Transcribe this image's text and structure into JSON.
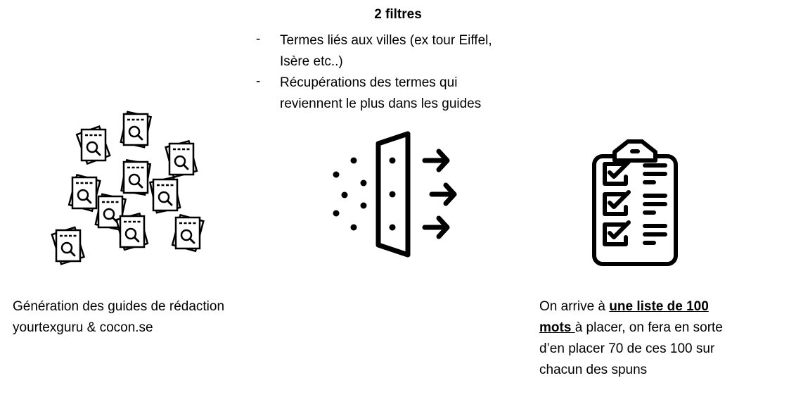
{
  "title": "2 filtres",
  "filters": [
    {
      "lines": [
        "Termes liés aux villes (ex  tour Eiffel,",
        "Isère etc..)"
      ]
    },
    {
      "lines": [
        "Récupérations des termes qui",
        "reviennent le plus dans les guides"
      ]
    }
  ],
  "bullet_marker": "-",
  "left_caption": [
    "Génération des guides de rédaction",
    "yourtexguru & cocon.se"
  ],
  "right_caption": {
    "prefix": "On arrive à ",
    "emph1": "une liste de 100",
    "emph2": "mots ",
    "line2_rest": "à placer, on fera en sorte",
    "line3": "d’en placer 70 de ces 100 sur",
    "line4": "chacun des spuns"
  },
  "icons": {
    "documents": "document-search-icon",
    "filter": "filter-icon",
    "checklist": "clipboard-checklist-icon"
  }
}
